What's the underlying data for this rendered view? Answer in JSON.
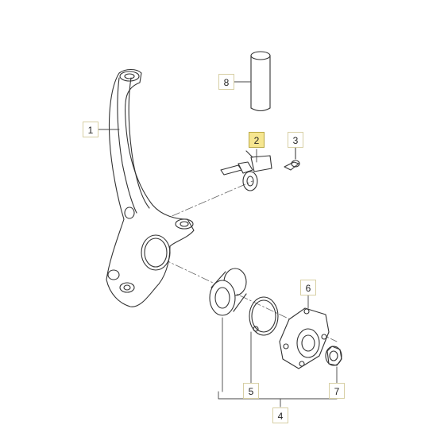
{
  "diagram": {
    "highlight_color": "#f6e690",
    "parts": [
      {
        "id": "knuckle",
        "label": "1",
        "name": "steering-knuckle"
      },
      {
        "id": "sensor",
        "label": "2",
        "name": "abs-wheel-speed-sensor",
        "highlighted": true
      },
      {
        "id": "bolt",
        "label": "3",
        "name": "sensor-bolt"
      },
      {
        "id": "kit",
        "label": "4",
        "name": "wheel-bearing-kit"
      },
      {
        "id": "circlip",
        "label": "5",
        "name": "circlip"
      },
      {
        "id": "hub",
        "label": "6",
        "name": "wheel-hub"
      },
      {
        "id": "nut",
        "label": "7",
        "name": "hub-nut"
      },
      {
        "id": "pin",
        "label": "8",
        "name": "pin"
      }
    ]
  }
}
